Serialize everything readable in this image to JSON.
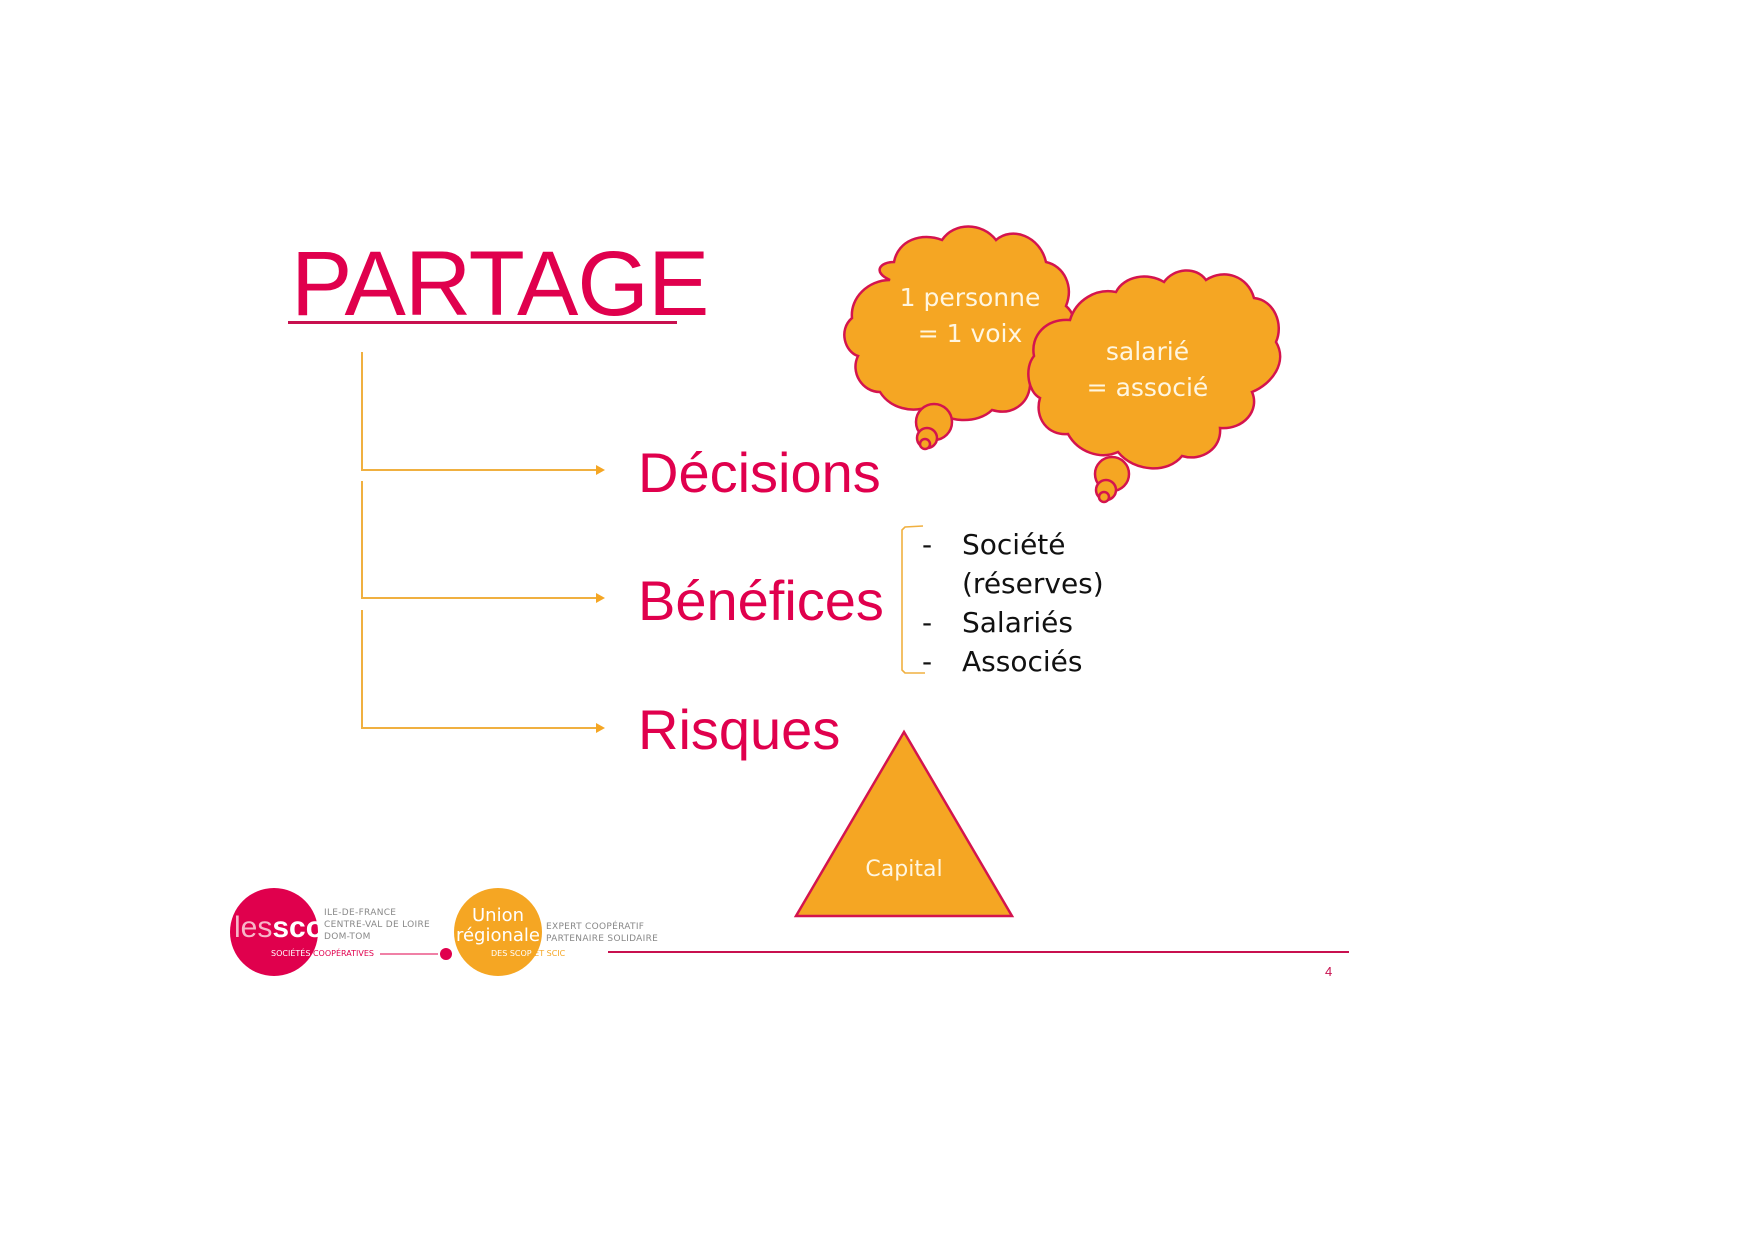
{
  "slide": {
    "title": "PARTAGE",
    "page_number": "4",
    "colors": {
      "primary": "#e0004d",
      "accent": "#f5a623",
      "connector": "#f0b040",
      "text": "#111111"
    },
    "branches": [
      {
        "label": "Décisions"
      },
      {
        "label": "Bénéfices"
      },
      {
        "label": "Risques"
      }
    ],
    "benefices_list": [
      {
        "dash": "-",
        "text": "Société"
      },
      {
        "dash": "",
        "text": "(réserves)"
      },
      {
        "dash": "-",
        "text": "Salariés"
      },
      {
        "dash": "-",
        "text": "Associés"
      }
    ],
    "clouds": [
      {
        "line1": "1 personne",
        "line2": "= 1 voix"
      },
      {
        "line1": "salarié",
        "line2": "= associé"
      }
    ],
    "triangle": {
      "label": "Capital"
    }
  },
  "footer": {
    "logo1": {
      "les": "les",
      "scop": "scop",
      "region_lines": [
        "ILE-DE-FRANCE",
        "CENTRE-VAL DE LOIRE",
        "DOM-TOM"
      ],
      "tagline_a": "SOCIÉTÉS",
      "tagline_b": "COOPÉRATIVES"
    },
    "logo2": {
      "line1": "Union",
      "line2": "régionale",
      "tag_a": "DES SCOP",
      "tag_b": "ET SCIC",
      "side_lines": [
        "EXPERT COOPÉRATIF",
        "PARTENAIRE SOLIDAIRE"
      ]
    }
  }
}
